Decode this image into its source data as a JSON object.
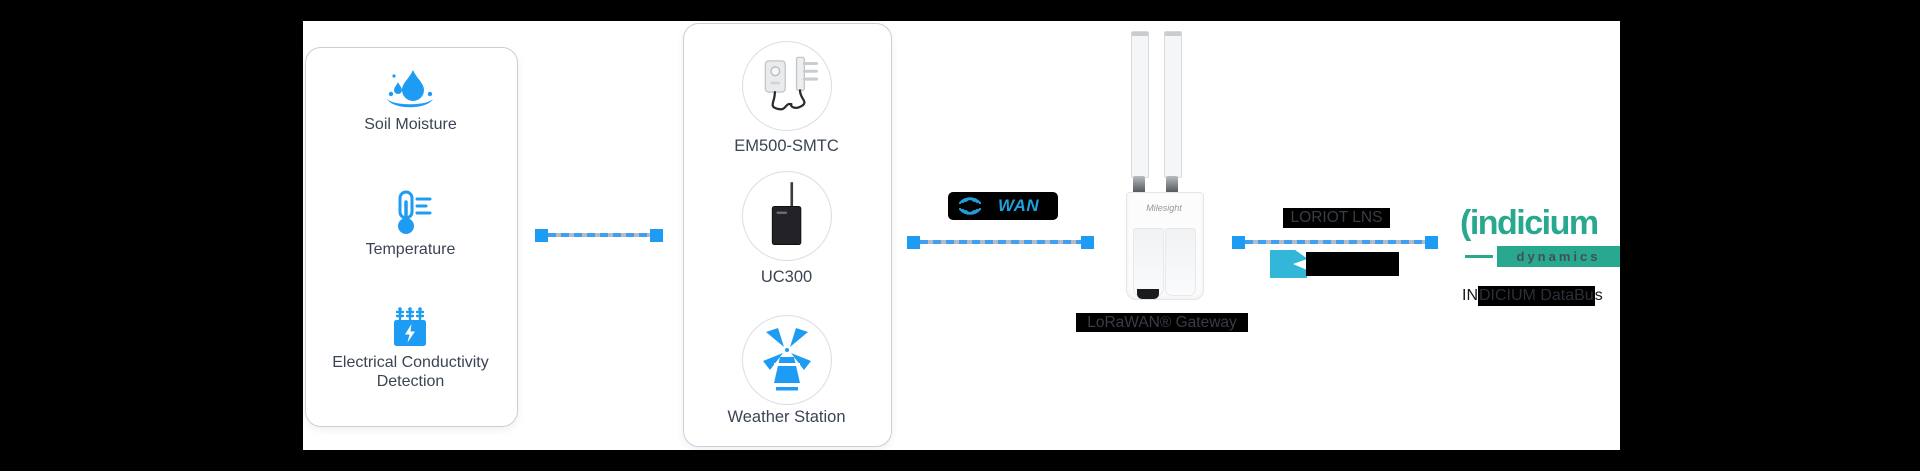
{
  "colors": {
    "accent_blue": "#1e9cf4",
    "teal": "#28a88e",
    "loriot_cyan": "#33b7d9",
    "text_dark": "#3b4453",
    "page_background": "#000000",
    "canvas_background": "#ffffff"
  },
  "sensor_box": {
    "items": [
      {
        "icon": "soil-moisture-icon",
        "label": "Soil Moisture"
      },
      {
        "icon": "temperature-icon",
        "label": "Temperature"
      },
      {
        "icon": "electrical-conductivity-icon",
        "label_line1": "Electrical Conductivity",
        "label_line2": "Detection"
      }
    ]
  },
  "device_box": {
    "items": [
      {
        "icon": "em500-smtc-device",
        "label": "EM500-SMTC"
      },
      {
        "icon": "uc300-device",
        "label": "UC300"
      },
      {
        "icon": "weather-station-icon",
        "label": "Weather Station"
      }
    ]
  },
  "lorawan_logo": {
    "wan": "WAN"
  },
  "gateway": {
    "brand": "Milesight",
    "label": "LoRaWAN® Gateway"
  },
  "loriot": {
    "label": "LORIOT LNS"
  },
  "indicium": {
    "mark": "(",
    "brand": "indicium",
    "subbrand": "dynamics",
    "databus_prefix": "IN",
    "databus_mid": "DICIUM DataBu",
    "databus_suffix": "s"
  }
}
